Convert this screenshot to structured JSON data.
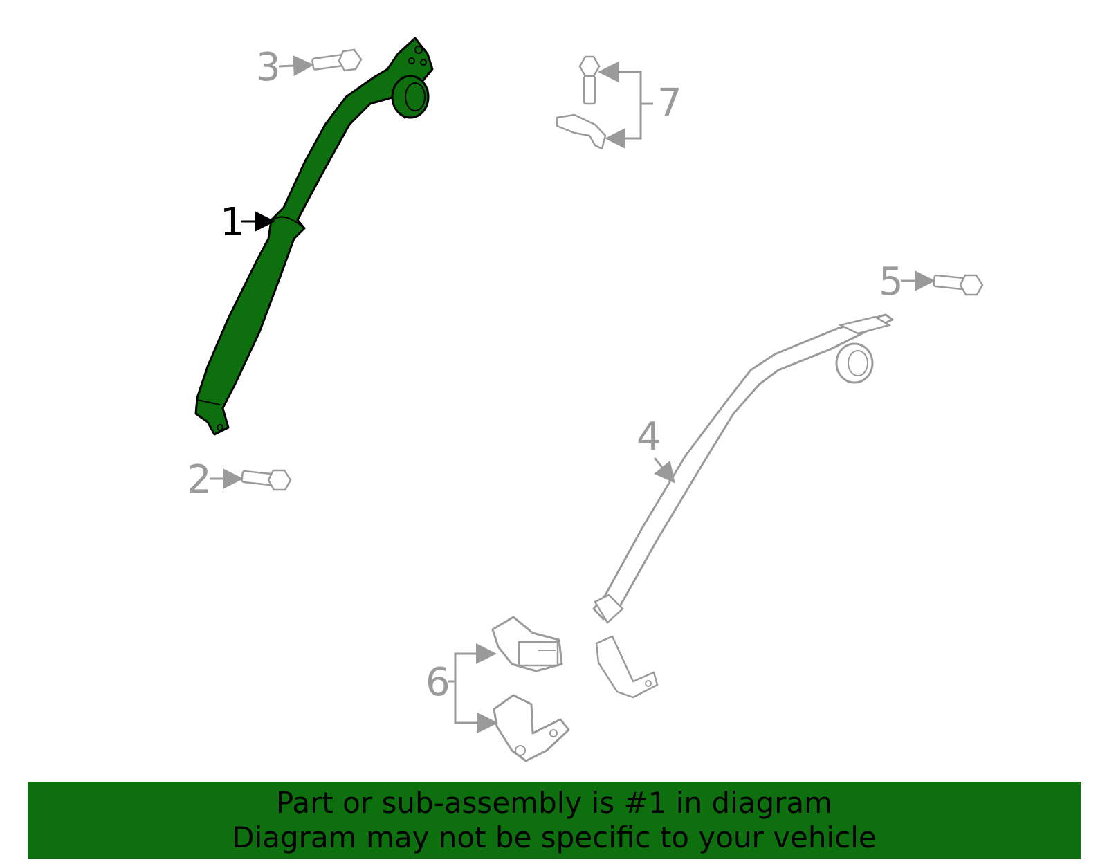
{
  "diagram": {
    "highlight_color": "#0e6f0e",
    "part_outline_color": "#9a9a9a",
    "callouts": [
      {
        "id": "1",
        "label": "1",
        "highlighted": true
      },
      {
        "id": "2",
        "label": "2",
        "highlighted": false
      },
      {
        "id": "3",
        "label": "3",
        "highlighted": false
      },
      {
        "id": "4",
        "label": "4",
        "highlighted": false
      },
      {
        "id": "5",
        "label": "5",
        "highlighted": false
      },
      {
        "id": "6",
        "label": "6",
        "highlighted": false
      },
      {
        "id": "7",
        "label": "7",
        "highlighted": false
      }
    ]
  },
  "banner": {
    "background_color": "#0e6f0e",
    "line1": "Part or sub-assembly is #1 in diagram",
    "line2": "Diagram may not be specific to your vehicle"
  }
}
